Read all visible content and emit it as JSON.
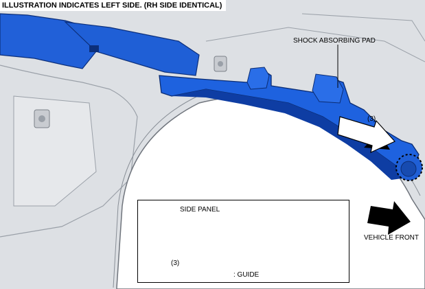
{
  "caption": "ILLUSTRATION INDICATES LEFT SIDE. (RH SIDE IDENTICAL)",
  "labels": {
    "shock_absorbing_pad": "SHOCK ABSORBING PAD",
    "step_main": "(3)",
    "vehicle_front": "VEHICLE FRONT",
    "side_panel": "SIDE PANEL",
    "step_inset": "(3)",
    "guide": ": GUIDE"
  },
  "colors": {
    "part_blue": "#1f5fd6",
    "panel_gray": "#dcdfe3",
    "outline": "#000000"
  },
  "icons": [
    "arrow-icon",
    "vehicle-front-arrow-icon",
    "guide-circle-icon",
    "outline-arrow-icon"
  ]
}
